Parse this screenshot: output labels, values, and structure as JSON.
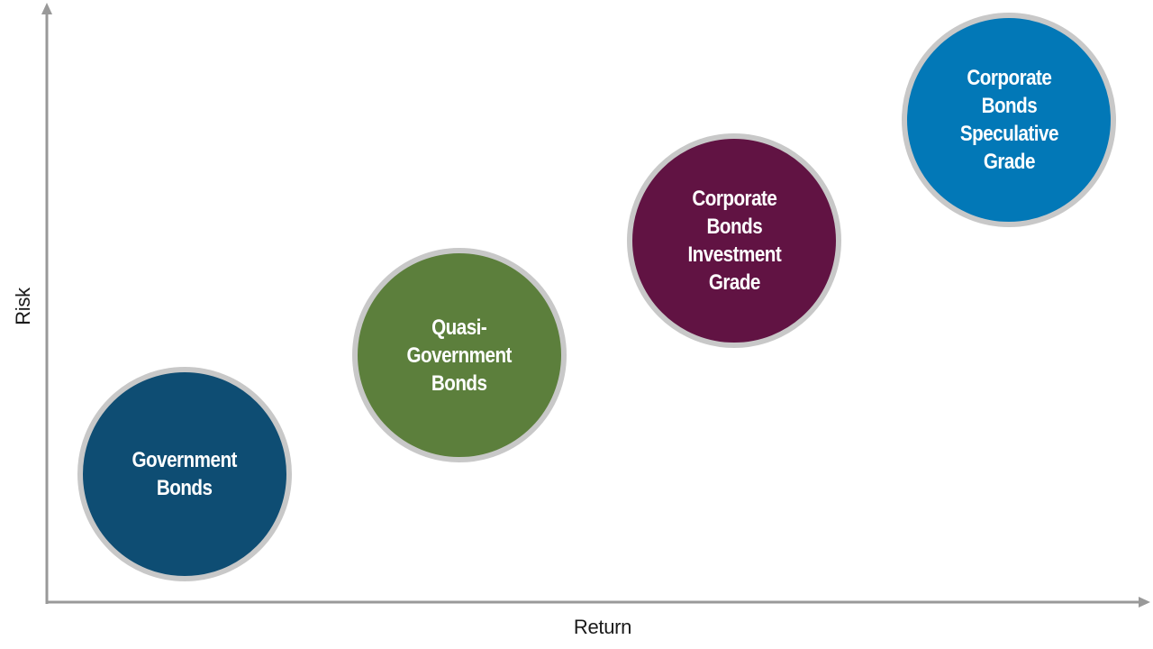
{
  "axes": {
    "y_label": "Risk",
    "x_label": "Return"
  },
  "bubbles": [
    {
      "lines": [
        "Government",
        "Bonds"
      ],
      "color": "#0e4d73"
    },
    {
      "lines": [
        "Quasi-",
        "Government",
        "Bonds"
      ],
      "color": "#5c7f3c"
    },
    {
      "lines": [
        "Corporate",
        "Bonds",
        "Investment",
        "Grade"
      ],
      "color": "#611343"
    },
    {
      "lines": [
        "Corporate",
        "Bonds",
        "Speculative",
        "Grade"
      ],
      "color": "#0278b7"
    }
  ],
  "colors": {
    "axis": "#999999",
    "bubble_border": "#c8c8c8"
  }
}
